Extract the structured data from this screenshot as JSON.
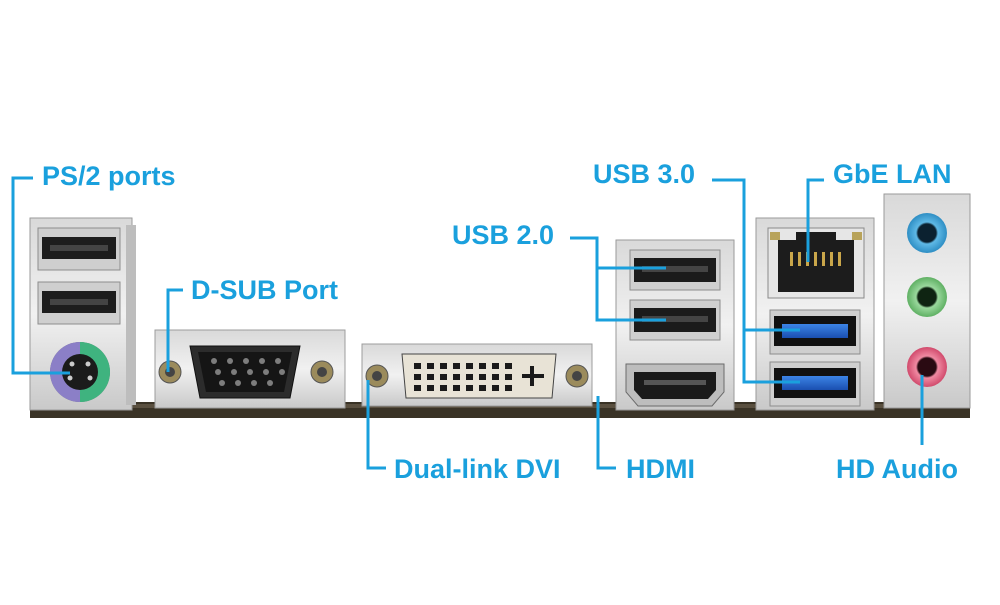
{
  "labels": {
    "ps2": "PS/2 ports",
    "dsub": "D-SUB Port",
    "usb20": "USB 2.0",
    "usb30": "USB 3.0",
    "gbe_lan": "GbE LAN",
    "dvi": "Dual-link DVI",
    "hdmi": "HDMI",
    "hd_audio": "HD Audio"
  },
  "colors": {
    "label": "#1aa0dd",
    "leader_line": "#1aa0dd",
    "ps2_keyboard": "#8b7fc7",
    "ps2_mouse": "#3fb37f",
    "usb3_blue": "#1d5fc8",
    "audio_blue": "#3aa3d8",
    "audio_green": "#7bc47f",
    "audio_pink": "#e0607e",
    "board": "#2a2a2a"
  },
  "icons": [
    "ps2-port-icon",
    "usb-port-icon",
    "vga-port-icon",
    "dvi-port-icon",
    "hdmi-port-icon",
    "rj45-port-icon",
    "audio-jack-icon"
  ]
}
